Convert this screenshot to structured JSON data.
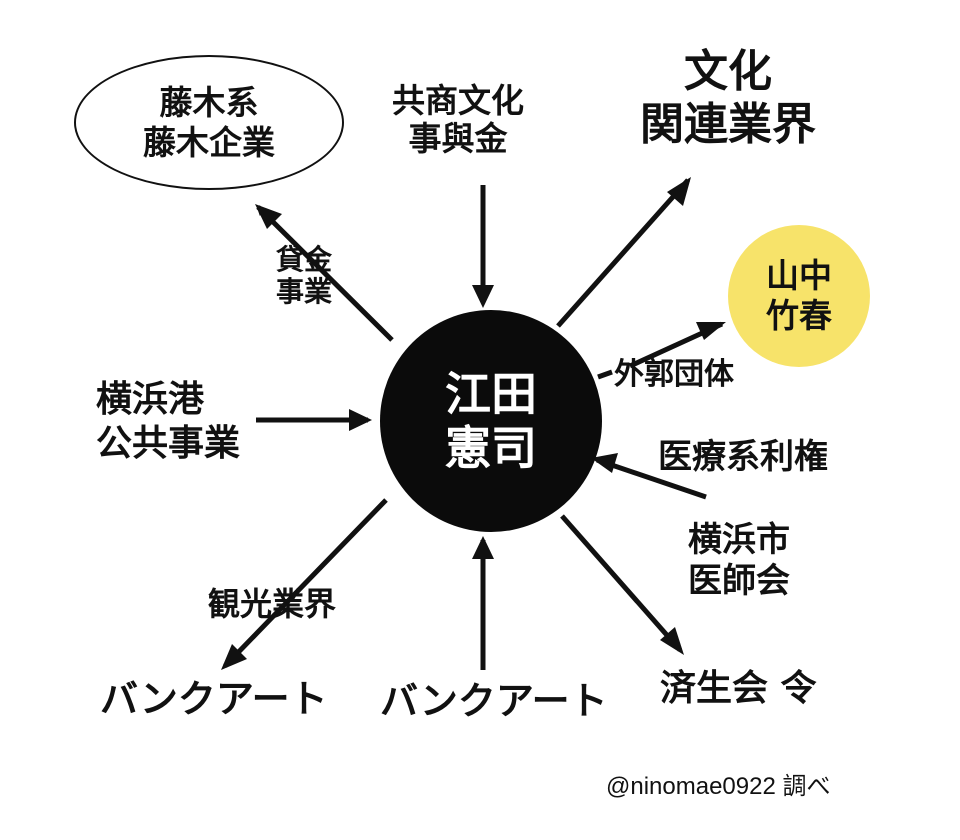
{
  "center": {
    "line1": "江田",
    "line2": "憲司"
  },
  "nodes": {
    "fujiki": {
      "line1": "藤木系",
      "line2": "藤木企業"
    },
    "fund": {
      "line1": "共商文化",
      "line2": "事與金"
    },
    "culture": {
      "line1": "文化",
      "line2": "関連業界"
    },
    "yamanaka": {
      "line1": "山中",
      "line2": "竹春"
    },
    "medical_assoc": {
      "line1": "横浜市",
      "line2": "医師会"
    },
    "saiseikai": {
      "text": "済生会 令"
    },
    "bankart_center": {
      "text": "バンクアート"
    },
    "bankart_left": {
      "text": "バンクアート"
    },
    "port": {
      "line1": "横浜港",
      "line2": "公共事業"
    }
  },
  "edge_labels": {
    "loan": {
      "line1": "貸金",
      "line2": "事業"
    },
    "affiliate": {
      "text": "外郭団体"
    },
    "medical_rights": {
      "text": "医療系利権"
    },
    "tourism": {
      "text": "観光業界"
    }
  },
  "credit": "@ninomae0922 調べ"
}
